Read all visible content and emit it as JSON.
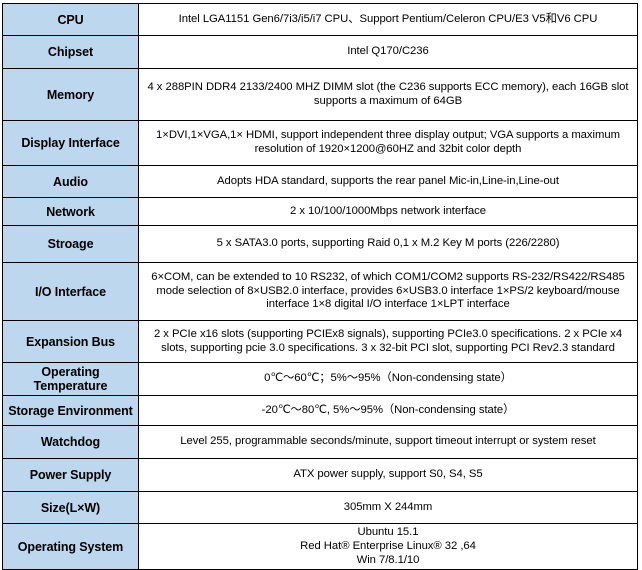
{
  "table": {
    "accent_color": "#bdd7ee",
    "border_color": "#000000",
    "background_color": "#ffffff",
    "rows": [
      {
        "label": "CPU",
        "height": 32,
        "lines": [
          "Intel LGA1151 Gen6/7i3/i5/i7 CPU、Support Pentium/Celeron CPU/E3 V5和V6 CPU"
        ]
      },
      {
        "label": "Chipset",
        "height": 33,
        "lines": [
          "Intel Q170/C236"
        ]
      },
      {
        "label": "Memory",
        "height": 52,
        "lines": [
          "4 x 288PIN DDR4 2133/2400 MHZ DIMM slot (the C236 supports ECC memory), each 16GB slot supports a maximum of 64GB"
        ]
      },
      {
        "label": "Display Interface",
        "height": 45,
        "lines": [
          "1×DVI,1×VGA,1× HDMI, support independent three display output; VGA supports a maximum resolution of 1920×1200@60HZ and 32bit color depth"
        ]
      },
      {
        "label": "Audio",
        "height": 32,
        "lines": [
          "Adopts HDA standard, supports the rear panel Mic-in,Line-in,Line-out"
        ]
      },
      {
        "label": "Network",
        "height": 28,
        "lines": [
          "2 x 10/100/1000Mbps network interface"
        ]
      },
      {
        "label": "Stroage",
        "height": 37,
        "lines": [
          "5 x SATA3.0 ports, supporting Raid 0,1 x M.2 Key M ports (226/2280)"
        ]
      },
      {
        "label": "I/O Interface",
        "height": 58,
        "lines": [
          "6×COM, can be extended to 10 RS232, of which COM1/COM2 supports RS-232/RS422/RS485 mode selection of 8×USB2.0 interface, provides 6×USB3.0 interface 1×PS/2 keyboard/mouse interface 1×8 digital I/O interface 1×LPT interface"
        ]
      },
      {
        "label": "Expansion Bus",
        "height": 42,
        "lines": [
          "2 x PCIe x16 slots (supporting PCIEx8 signals), supporting PCIe3.0 specifications. 2 x PCIe x4 slots, supporting pcie 3.0 specifications. 3 x 32-bit PCI slot, supporting PCI Rev2.3 standard"
        ]
      },
      {
        "label": "Operating Temperature",
        "height": 30,
        "lines": [
          "0℃～60℃；5%～95%（Non-condensing state）"
        ]
      },
      {
        "label": "Storage Environment",
        "height": 30,
        "lines": [
          "-20℃～80℃, 5%～95%（Non-condensing state）"
        ]
      },
      {
        "label": "Watchdog",
        "height": 33,
        "lines": [
          "Level 255, programmable seconds/minute, support timeout interrupt or system reset"
        ]
      },
      {
        "label": "Power Supply",
        "height": 33,
        "lines": [
          "ATX power supply, support S0, S4, S5"
        ]
      },
      {
        "label": "Size(L×W)",
        "height": 32,
        "lines": [
          "305mm X 244mm"
        ]
      },
      {
        "label": "Operating System",
        "height": 38,
        "lines": [
          "Ubuntu 15.1",
          "Red Hat® Enterprise Linux® 32 ,64",
          "Win 7/8.1/10"
        ]
      }
    ]
  }
}
